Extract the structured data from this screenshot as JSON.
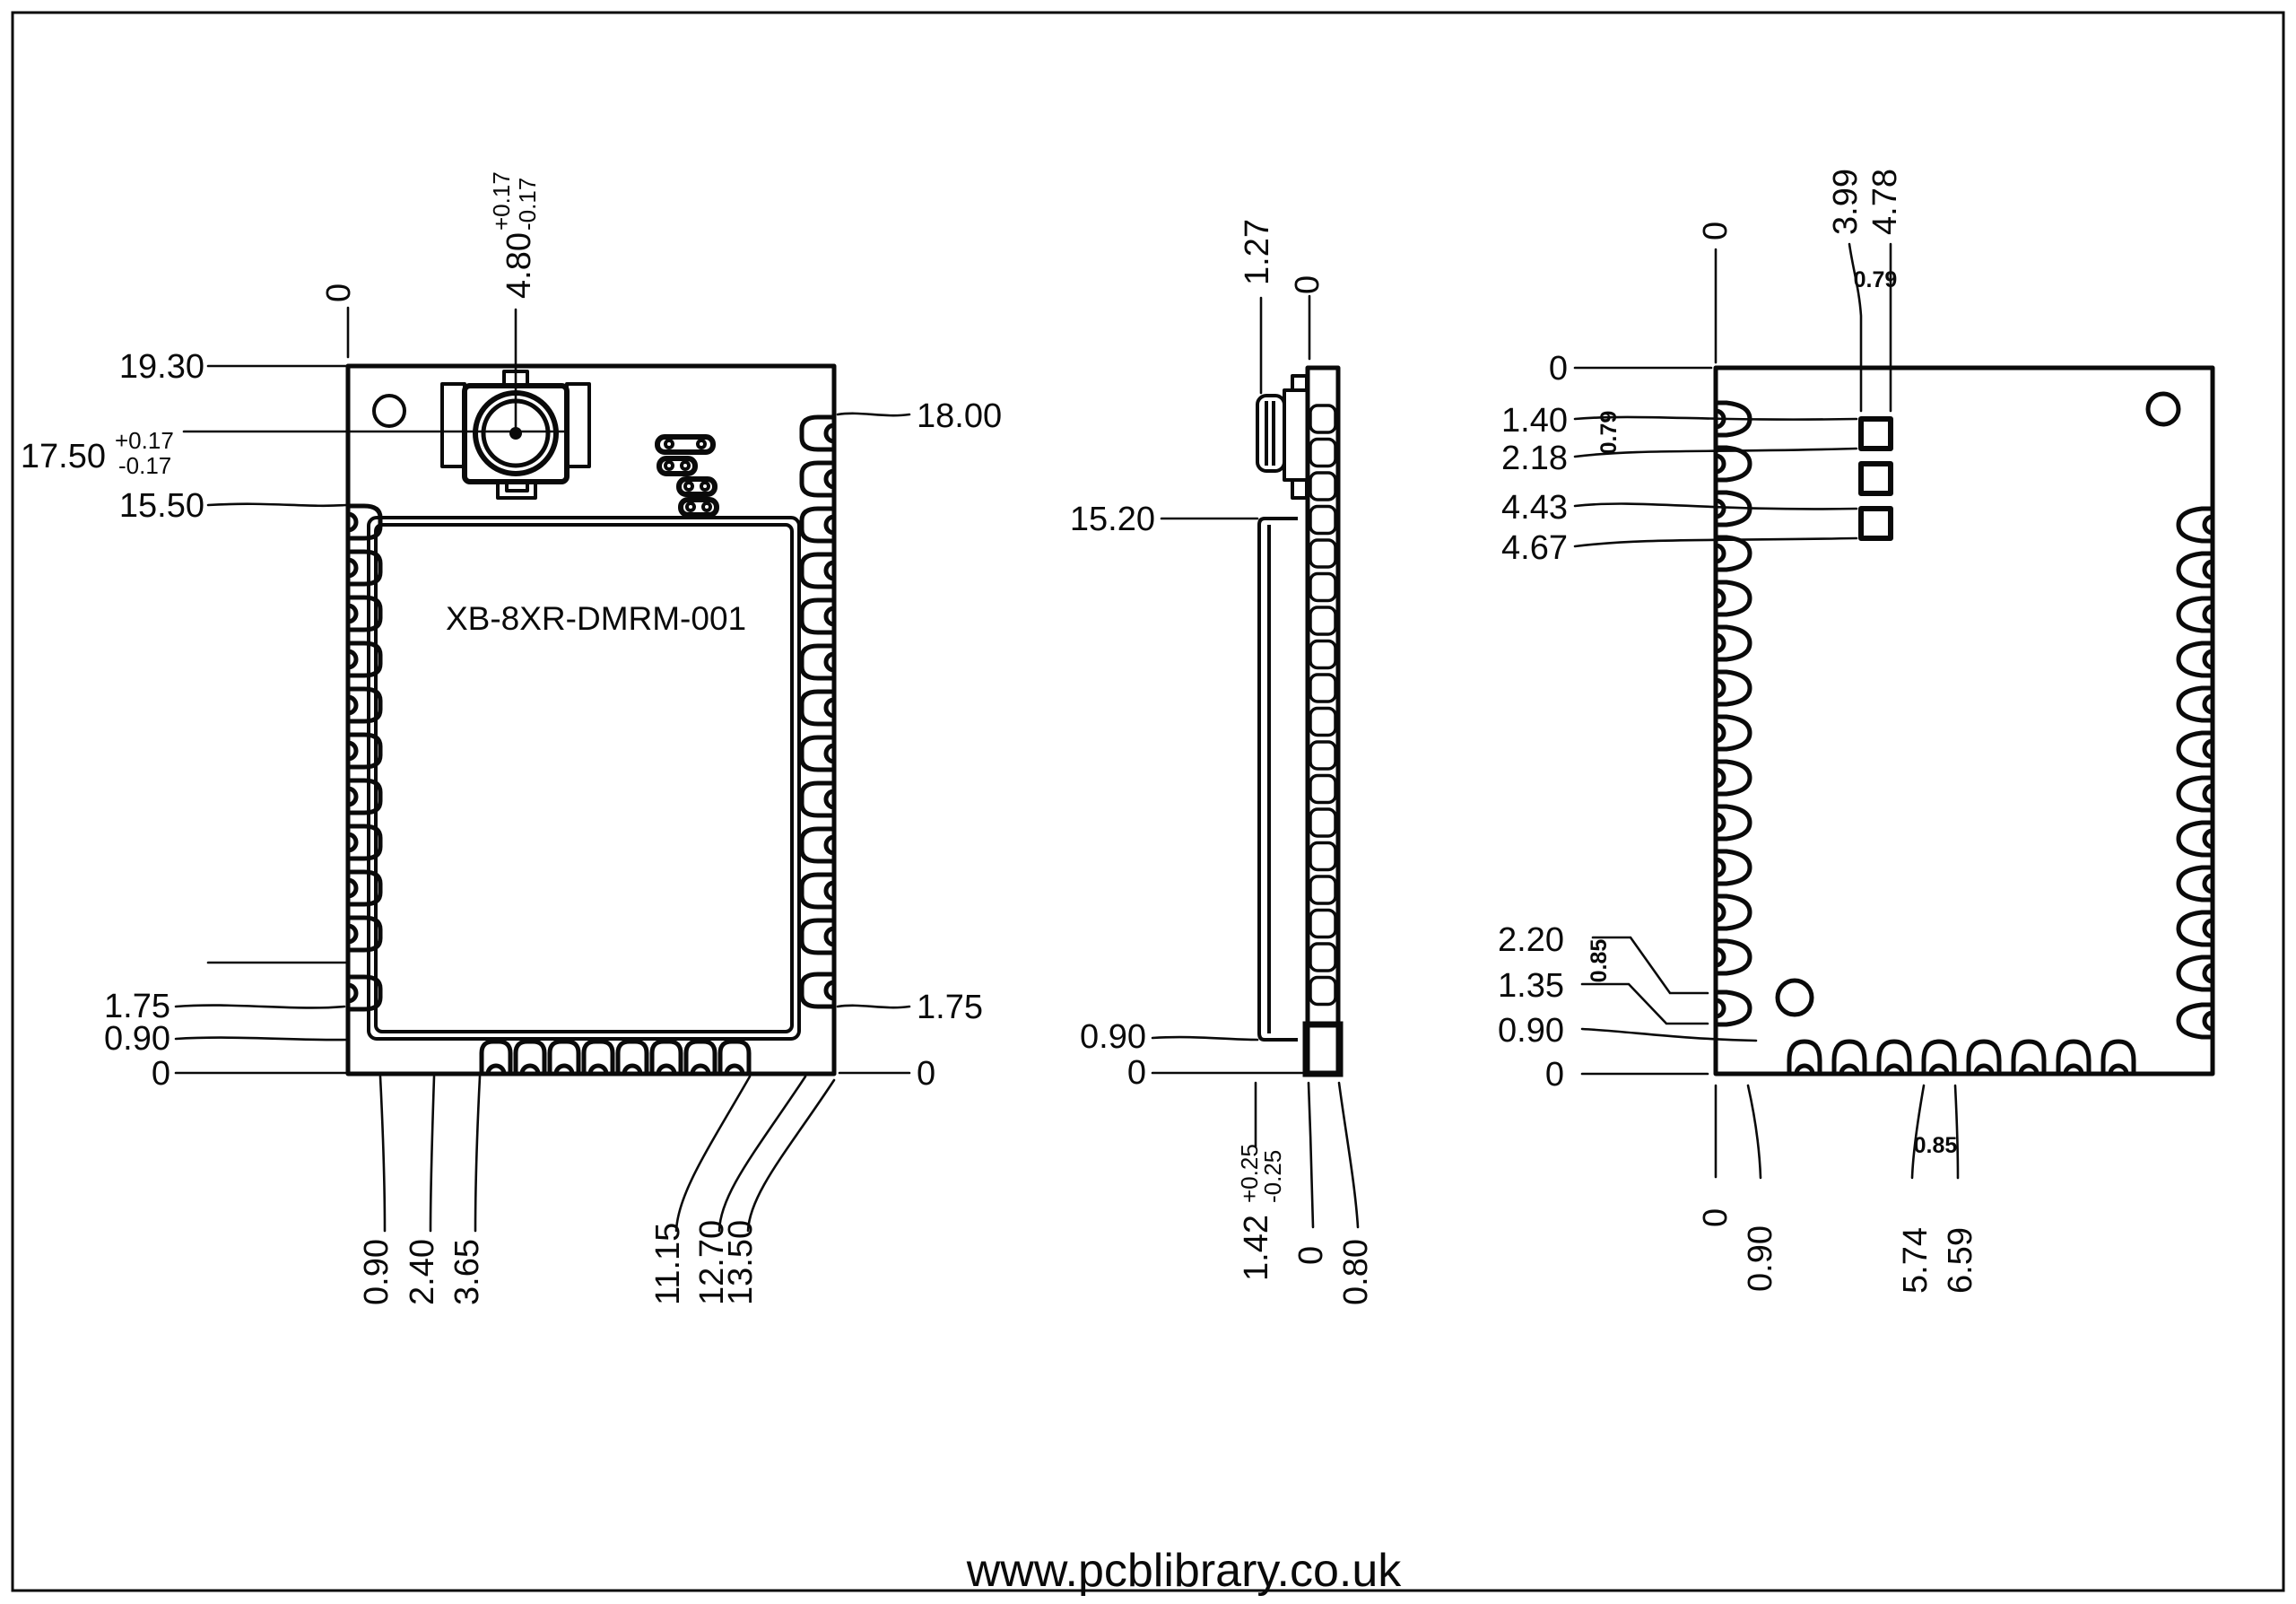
{
  "watermark": "www.pcblibrary.co.uk",
  "part_number": "XB-8XR-DMRM-001",
  "front": {
    "top_datum": "0",
    "ant_x": "4.80",
    "ant_x_tol_plus": "+0.17",
    "ant_x_tol_minus": "-0.17",
    "h_total": "19.30",
    "ant_y": "17.50",
    "ant_y_tol_plus": "+0.17",
    "ant_y_tol_minus": "-0.17",
    "side_pad_top": "15.50",
    "left_corner_pad": "1.75",
    "left_strip": "0.90",
    "left_datum": "0",
    "right_pad_top": "18.00",
    "right_corner_pad": "1.75",
    "right_datum": "0",
    "bx1": "0.90",
    "bx2": "2.40",
    "bx3": "3.65",
    "bx4": "11.15",
    "bx5": "12.70",
    "bx6": "13.50"
  },
  "side": {
    "can_offset": "1.27",
    "top_datum": "0",
    "can_top": "15.20",
    "can_bottom": "0.90",
    "bottom_datum": "0",
    "thickness": "1.42",
    "thickness_tol_plus": "+0.25",
    "thickness_tol_minus": "-0.25",
    "pcb_datum": "0",
    "pcb_thickness": "0.80"
  },
  "back": {
    "top_left_datum": "0",
    "top_datum": "0",
    "sq_left": "3.99",
    "sq_right": "4.78",
    "sq_width": "0.79",
    "p1": "1.40",
    "p2": "2.18",
    "p3": "4.43",
    "p4": "4.67",
    "sq_height": "0.79",
    "c1": "2.20",
    "c2": "1.35",
    "c3": "0.90",
    "c4": "0",
    "corner_pad_h": "0.85",
    "bot1": "0",
    "bot2": "0.90",
    "bot3": "5.74",
    "bot4": "6.59",
    "arch_w": "0.85"
  }
}
